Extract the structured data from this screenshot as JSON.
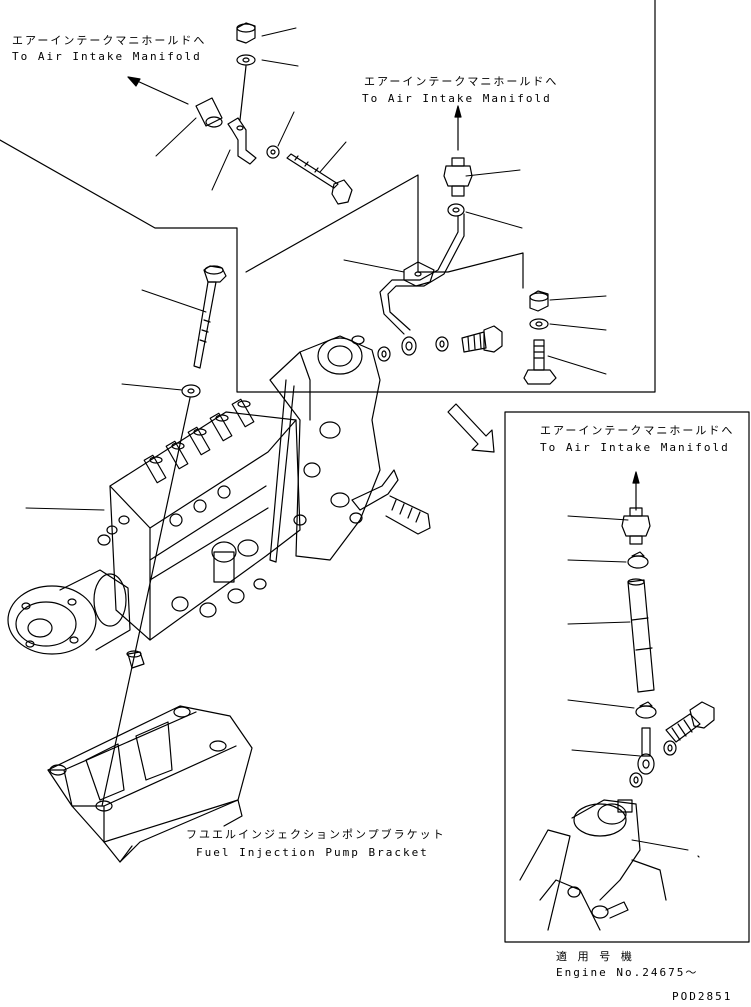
{
  "labels": {
    "top_left_jp": "エアーインテークマニホールドへ",
    "top_left_en": "To Air Intake Manifold",
    "top_mid_jp": "エアーインテークマニホールドへ",
    "top_mid_en": "To Air Intake Manifold",
    "right_jp": "エアーインテークマニホールドへ",
    "right_en": "To Air Intake Manifold",
    "bracket_jp": "フユエルインジェクションポンプブラケット",
    "bracket_en": "Fuel Injection Pump Bracket",
    "applicable_jp": "適 用 号 機",
    "engine_no": "Engine No.24675～",
    "drawing_code": "POD2851"
  }
}
